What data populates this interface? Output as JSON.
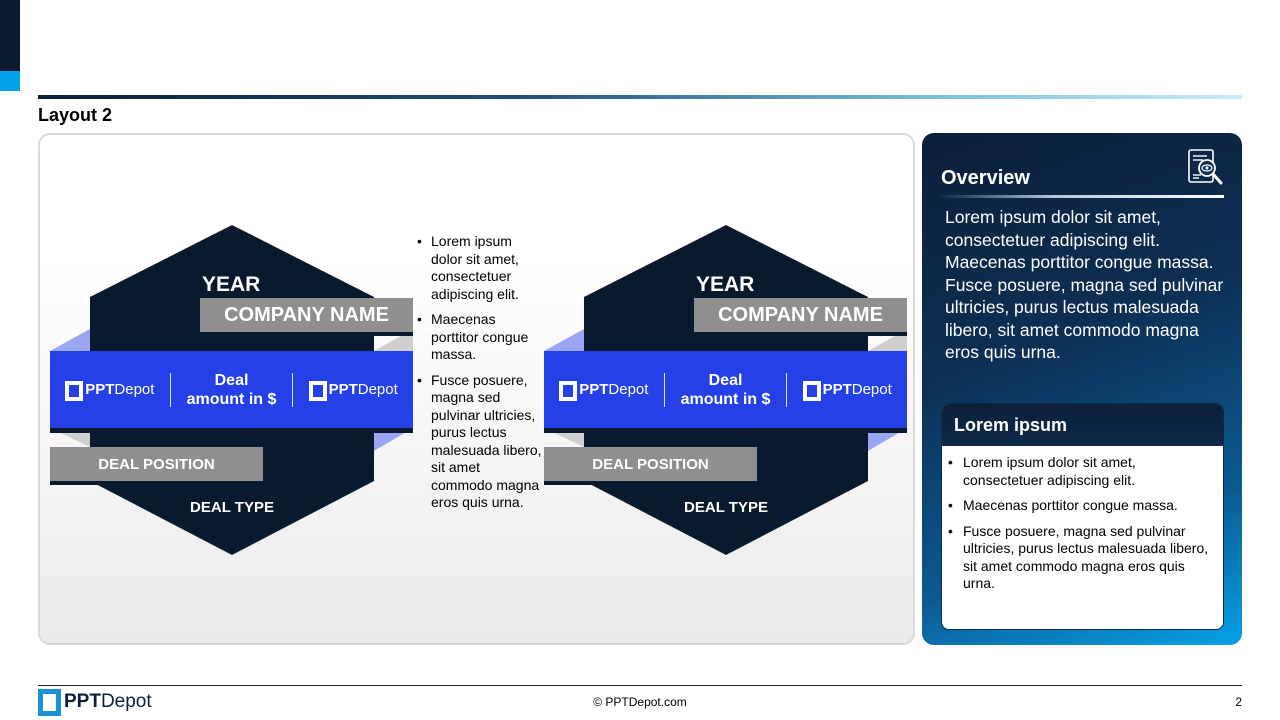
{
  "slide": {
    "title": "Layout 2",
    "page_number": "2",
    "copyright": "© PPTDepot.com"
  },
  "brand": {
    "logo_bold": "PPT",
    "logo_light": "Depot",
    "color_dark": "#0a1a2e",
    "color_accent": "#00a3e8",
    "color_band": "#2440e6",
    "color_gray": "#8f8f8f"
  },
  "graphics": [
    {
      "year": "YEAR",
      "company": "COMPANY NAME",
      "deal_amount_line1": "Deal",
      "deal_amount_line2": "amount in $",
      "deal_position": "DEAL POSITION",
      "deal_type": "DEAL TYPE"
    },
    {
      "year": "YEAR",
      "company": "COMPANY NAME",
      "deal_amount_line1": "Deal",
      "deal_amount_line2": "amount in $",
      "deal_position": "DEAL POSITION",
      "deal_type": "DEAL TYPE"
    }
  ],
  "middle_bullets": [
    "Lorem ipsum dolor sit amet, consectetuer adipiscing elit.",
    "Maecenas porttitor congue massa.",
    "Fusce posuere, magna sed pulvinar ultricies, purus lectus malesuada libero, sit amet commodo magna eros quis urna."
  ],
  "overview": {
    "title": "Overview",
    "icon": "document-search-icon",
    "text": "Lorem ipsum dolor sit amet, consectetuer adipiscing elit. Maecenas porttitor congue massa. Fusce posuere, magna sed pulvinar ultricies, purus lectus malesuada libero, sit amet commodo magna eros quis urna."
  },
  "card": {
    "title": "Lorem ipsum",
    "bullets": [
      "Lorem ipsum dolor sit amet, consectetuer adipiscing elit.",
      "Maecenas porttitor congue massa.",
      "Fusce posuere, magna sed pulvinar ultricies, purus lectus malesuada libero, sit amet commodo magna eros quis urna."
    ]
  }
}
